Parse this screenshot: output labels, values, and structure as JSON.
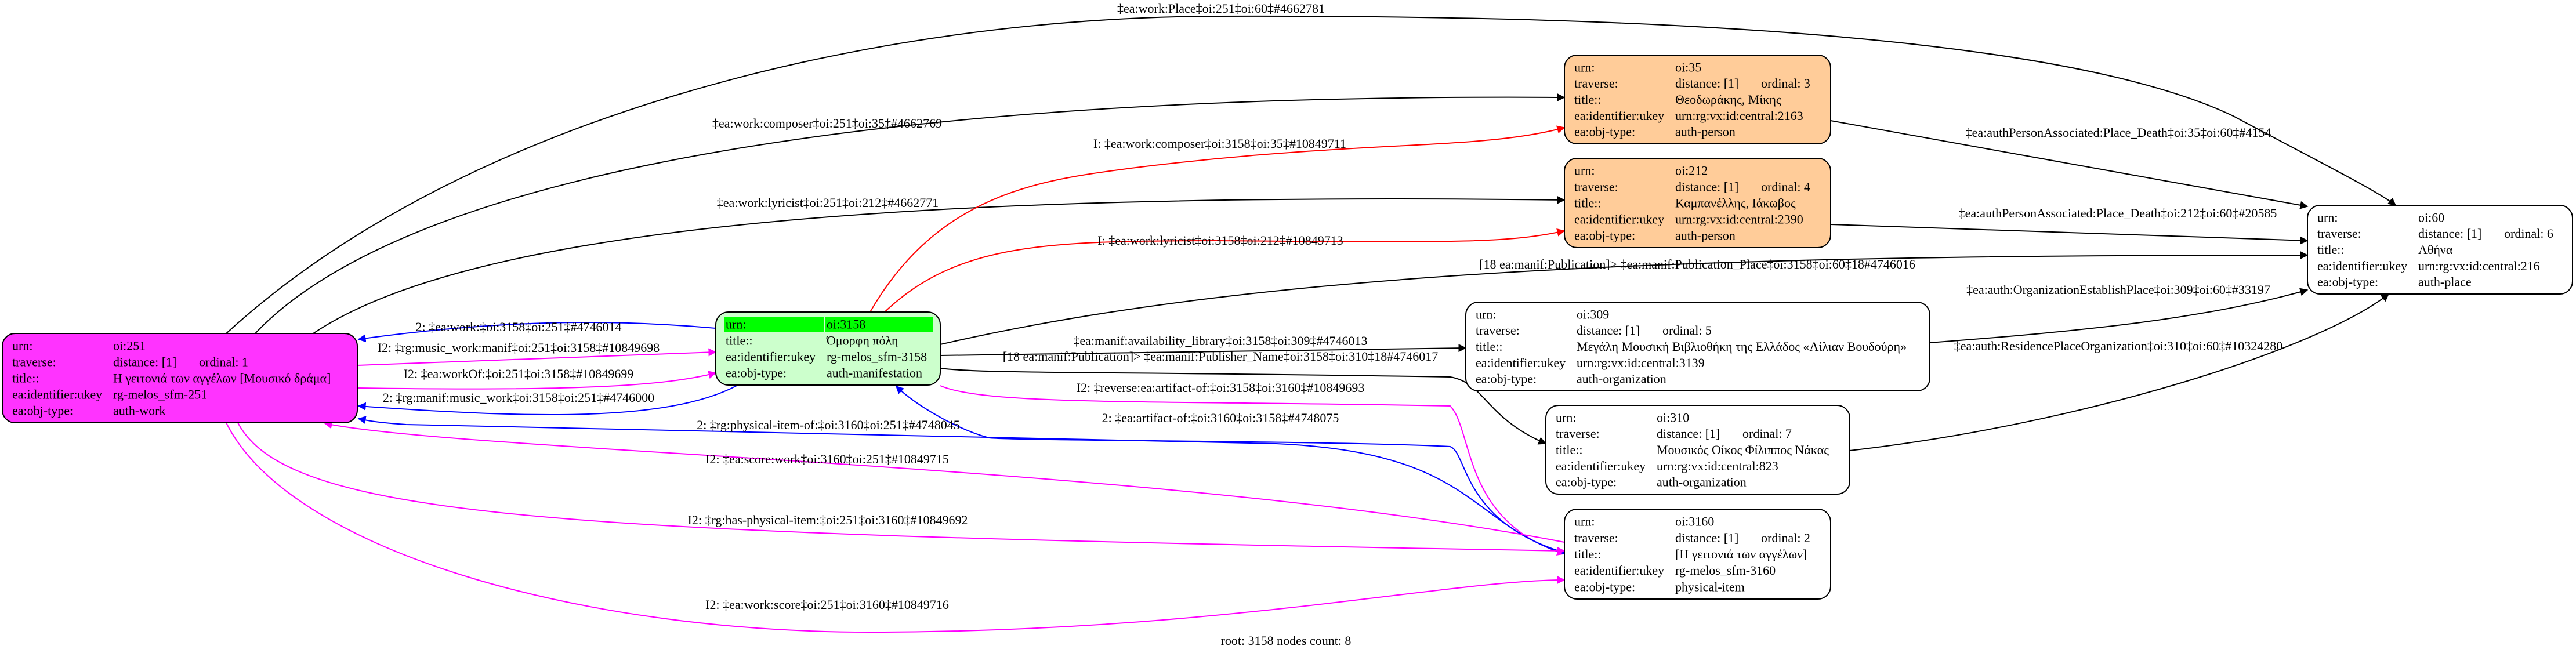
{
  "colors": {
    "work": "#ff33ff",
    "manifestation": "#ccffcc",
    "root_highlight": "#00ff00",
    "person": "#ffcc99",
    "default": "#ffffff",
    "edge_forward": "#000000",
    "edge_reverse_I2": "#ff00ff",
    "edge_2": "#0000ff",
    "edge_I": "#ff0000"
  },
  "footer": "root: 3158 nodes count: 8",
  "nodes": {
    "n251": {
      "fill": "#ff33ff",
      "rows": [
        {
          "label": "urn:",
          "value": "oi:251"
        },
        {
          "label": "traverse:",
          "value": "distance: [1]",
          "ordinal": "ordinal: 1"
        },
        {
          "label": "title::",
          "value": "Η γειτονιά των αγγέλων [Μουσικό δράμα]"
        },
        {
          "label": "ea:identifier:ukey",
          "value": "rg-melos_sfm-251"
        },
        {
          "label": "ea:obj-type:",
          "value": "auth-work"
        }
      ]
    },
    "n3158": {
      "fill": "#ccffcc",
      "rows": [
        {
          "label": "urn:",
          "value": "oi:3158",
          "highlight": "#00ff00"
        },
        {
          "label": "title::",
          "value": "Όμορφη πόλη"
        },
        {
          "label": "ea:identifier:ukey",
          "value": "rg-melos_sfm-3158"
        },
        {
          "label": "ea:obj-type:",
          "value": "auth-manifestation"
        }
      ]
    },
    "n35": {
      "fill": "#ffcc99",
      "rows": [
        {
          "label": "urn:",
          "value": "oi:35"
        },
        {
          "label": "traverse:",
          "value": "distance: [1]",
          "ordinal": "ordinal: 3"
        },
        {
          "label": "title::",
          "value": "Θεοδωράκης, Μίκης"
        },
        {
          "label": "ea:identifier:ukey",
          "value": "urn:rg:vx:id:central:2163"
        },
        {
          "label": "ea:obj-type:",
          "value": "auth-person"
        }
      ]
    },
    "n212": {
      "fill": "#ffcc99",
      "rows": [
        {
          "label": "urn:",
          "value": "oi:212"
        },
        {
          "label": "traverse:",
          "value": "distance: [1]",
          "ordinal": "ordinal: 4"
        },
        {
          "label": "title::",
          "value": "Καμπανέλλης, Ιάκωβος"
        },
        {
          "label": "ea:identifier:ukey",
          "value": "urn:rg:vx:id:central:2390"
        },
        {
          "label": "ea:obj-type:",
          "value": "auth-person"
        }
      ]
    },
    "n60": {
      "fill": "#ffffff",
      "rows": [
        {
          "label": "urn:",
          "value": "oi:60"
        },
        {
          "label": "traverse:",
          "value": "distance: [1]",
          "ordinal": "ordinal: 6"
        },
        {
          "label": "title::",
          "value": "Αθήνα"
        },
        {
          "label": "ea:identifier:ukey",
          "value": "urn:rg:vx:id:central:216"
        },
        {
          "label": "ea:obj-type:",
          "value": "auth-place"
        }
      ]
    },
    "n309": {
      "fill": "#ffffff",
      "rows": [
        {
          "label": "urn:",
          "value": "oi:309"
        },
        {
          "label": "traverse:",
          "value": "distance: [1]",
          "ordinal": "ordinal: 5"
        },
        {
          "label": "title::",
          "value": "Μεγάλη Μουσική Βιβλιοθήκη της Ελλάδος «Λίλιαν Βουδούρη»"
        },
        {
          "label": "ea:identifier:ukey",
          "value": "urn:rg:vx:id:central:3139"
        },
        {
          "label": "ea:obj-type:",
          "value": "auth-organization"
        }
      ]
    },
    "n310": {
      "fill": "#ffffff",
      "rows": [
        {
          "label": "urn:",
          "value": "oi:310"
        },
        {
          "label": "traverse:",
          "value": "distance: [1]",
          "ordinal": "ordinal: 7"
        },
        {
          "label": "title::",
          "value": "Μουσικός Οίκος Φίλιππος Νάκας"
        },
        {
          "label": "ea:identifier:ukey",
          "value": "urn:rg:vx:id:central:823"
        },
        {
          "label": "ea:obj-type:",
          "value": "auth-organization"
        }
      ]
    },
    "n3160": {
      "fill": "#ffffff",
      "rows": [
        {
          "label": "urn:",
          "value": "oi:3160"
        },
        {
          "label": "traverse:",
          "value": "distance: [1]",
          "ordinal": "ordinal: 2"
        },
        {
          "label": "title::",
          "value": "[Η γειτονιά των αγγέλων]"
        },
        {
          "label": "ea:identifier:ukey",
          "value": "rg-melos_sfm-3160"
        },
        {
          "label": "ea:obj-type:",
          "value": "physical-item"
        }
      ]
    }
  },
  "edges": [
    {
      "label": "‡ea:work:Place‡oi:251‡oi:60‡#4662781"
    },
    {
      "label": "‡ea:work:composer‡oi:251‡oi:35‡#4662769"
    },
    {
      "label": "‡ea:work:lyricist‡oi:251‡oi:212‡#4662771"
    },
    {
      "label": "I: ‡ea:work:composer‡oi:3158‡oi:35‡#10849711"
    },
    {
      "label": "I: ‡ea:work:lyricist‡oi:3158‡oi:212‡#10849713"
    },
    {
      "label": "[18 ea:manif:Publication]> ‡ea:manif:Publication_Place‡oi:3158‡oi:60‡18#4746016"
    },
    {
      "label": "‡ea:manif:availability_library‡oi:3158‡oi:309‡#4746013"
    },
    {
      "label": "[18 ea:manif:Publication]> ‡ea:manif:Publisher_Name‡oi:3158‡oi:310‡18#4746017"
    },
    {
      "label": "I2: ‡reverse:ea:artifact-of:‡oi:3158‡oi:3160‡#10849693"
    },
    {
      "label": "2: ‡ea:artifact-of:‡oi:3160‡oi:3158‡#4748075"
    },
    {
      "label": "2: ‡ea:work:‡oi:3158‡oi:251‡#4746014"
    },
    {
      "label": "I2: ‡rg:music_work:manif‡oi:251‡oi:3158‡#10849698"
    },
    {
      "label": "I2: ‡ea:workOf:‡oi:251‡oi:3158‡#10849699"
    },
    {
      "label": "2: ‡rg:manif:music_work‡oi:3158‡oi:251‡#4746000"
    },
    {
      "label": "2: ‡rg:physical-item-of:‡oi:3160‡oi:251‡#4748045"
    },
    {
      "label": "I2: ‡ea:score:work‡oi:3160‡oi:251‡#10849715"
    },
    {
      "label": "I2: ‡rg:has-physical-item:‡oi:251‡oi:3160‡#10849692"
    },
    {
      "label": "I2: ‡ea:work:score‡oi:251‡oi:3160‡#10849716"
    },
    {
      "label": "‡ea:authPersonAssociated:Place_Death‡oi:35‡oi:60‡#4154"
    },
    {
      "label": "‡ea:authPersonAssociated:Place_Death‡oi:212‡oi:60‡#20585"
    },
    {
      "label": "‡ea:auth:OrganizationEstablishPlace‡oi:309‡oi:60‡#33197"
    },
    {
      "label": "‡ea:auth:ResidencePlaceOrganization‡oi:310‡oi:60‡#10324280"
    }
  ]
}
